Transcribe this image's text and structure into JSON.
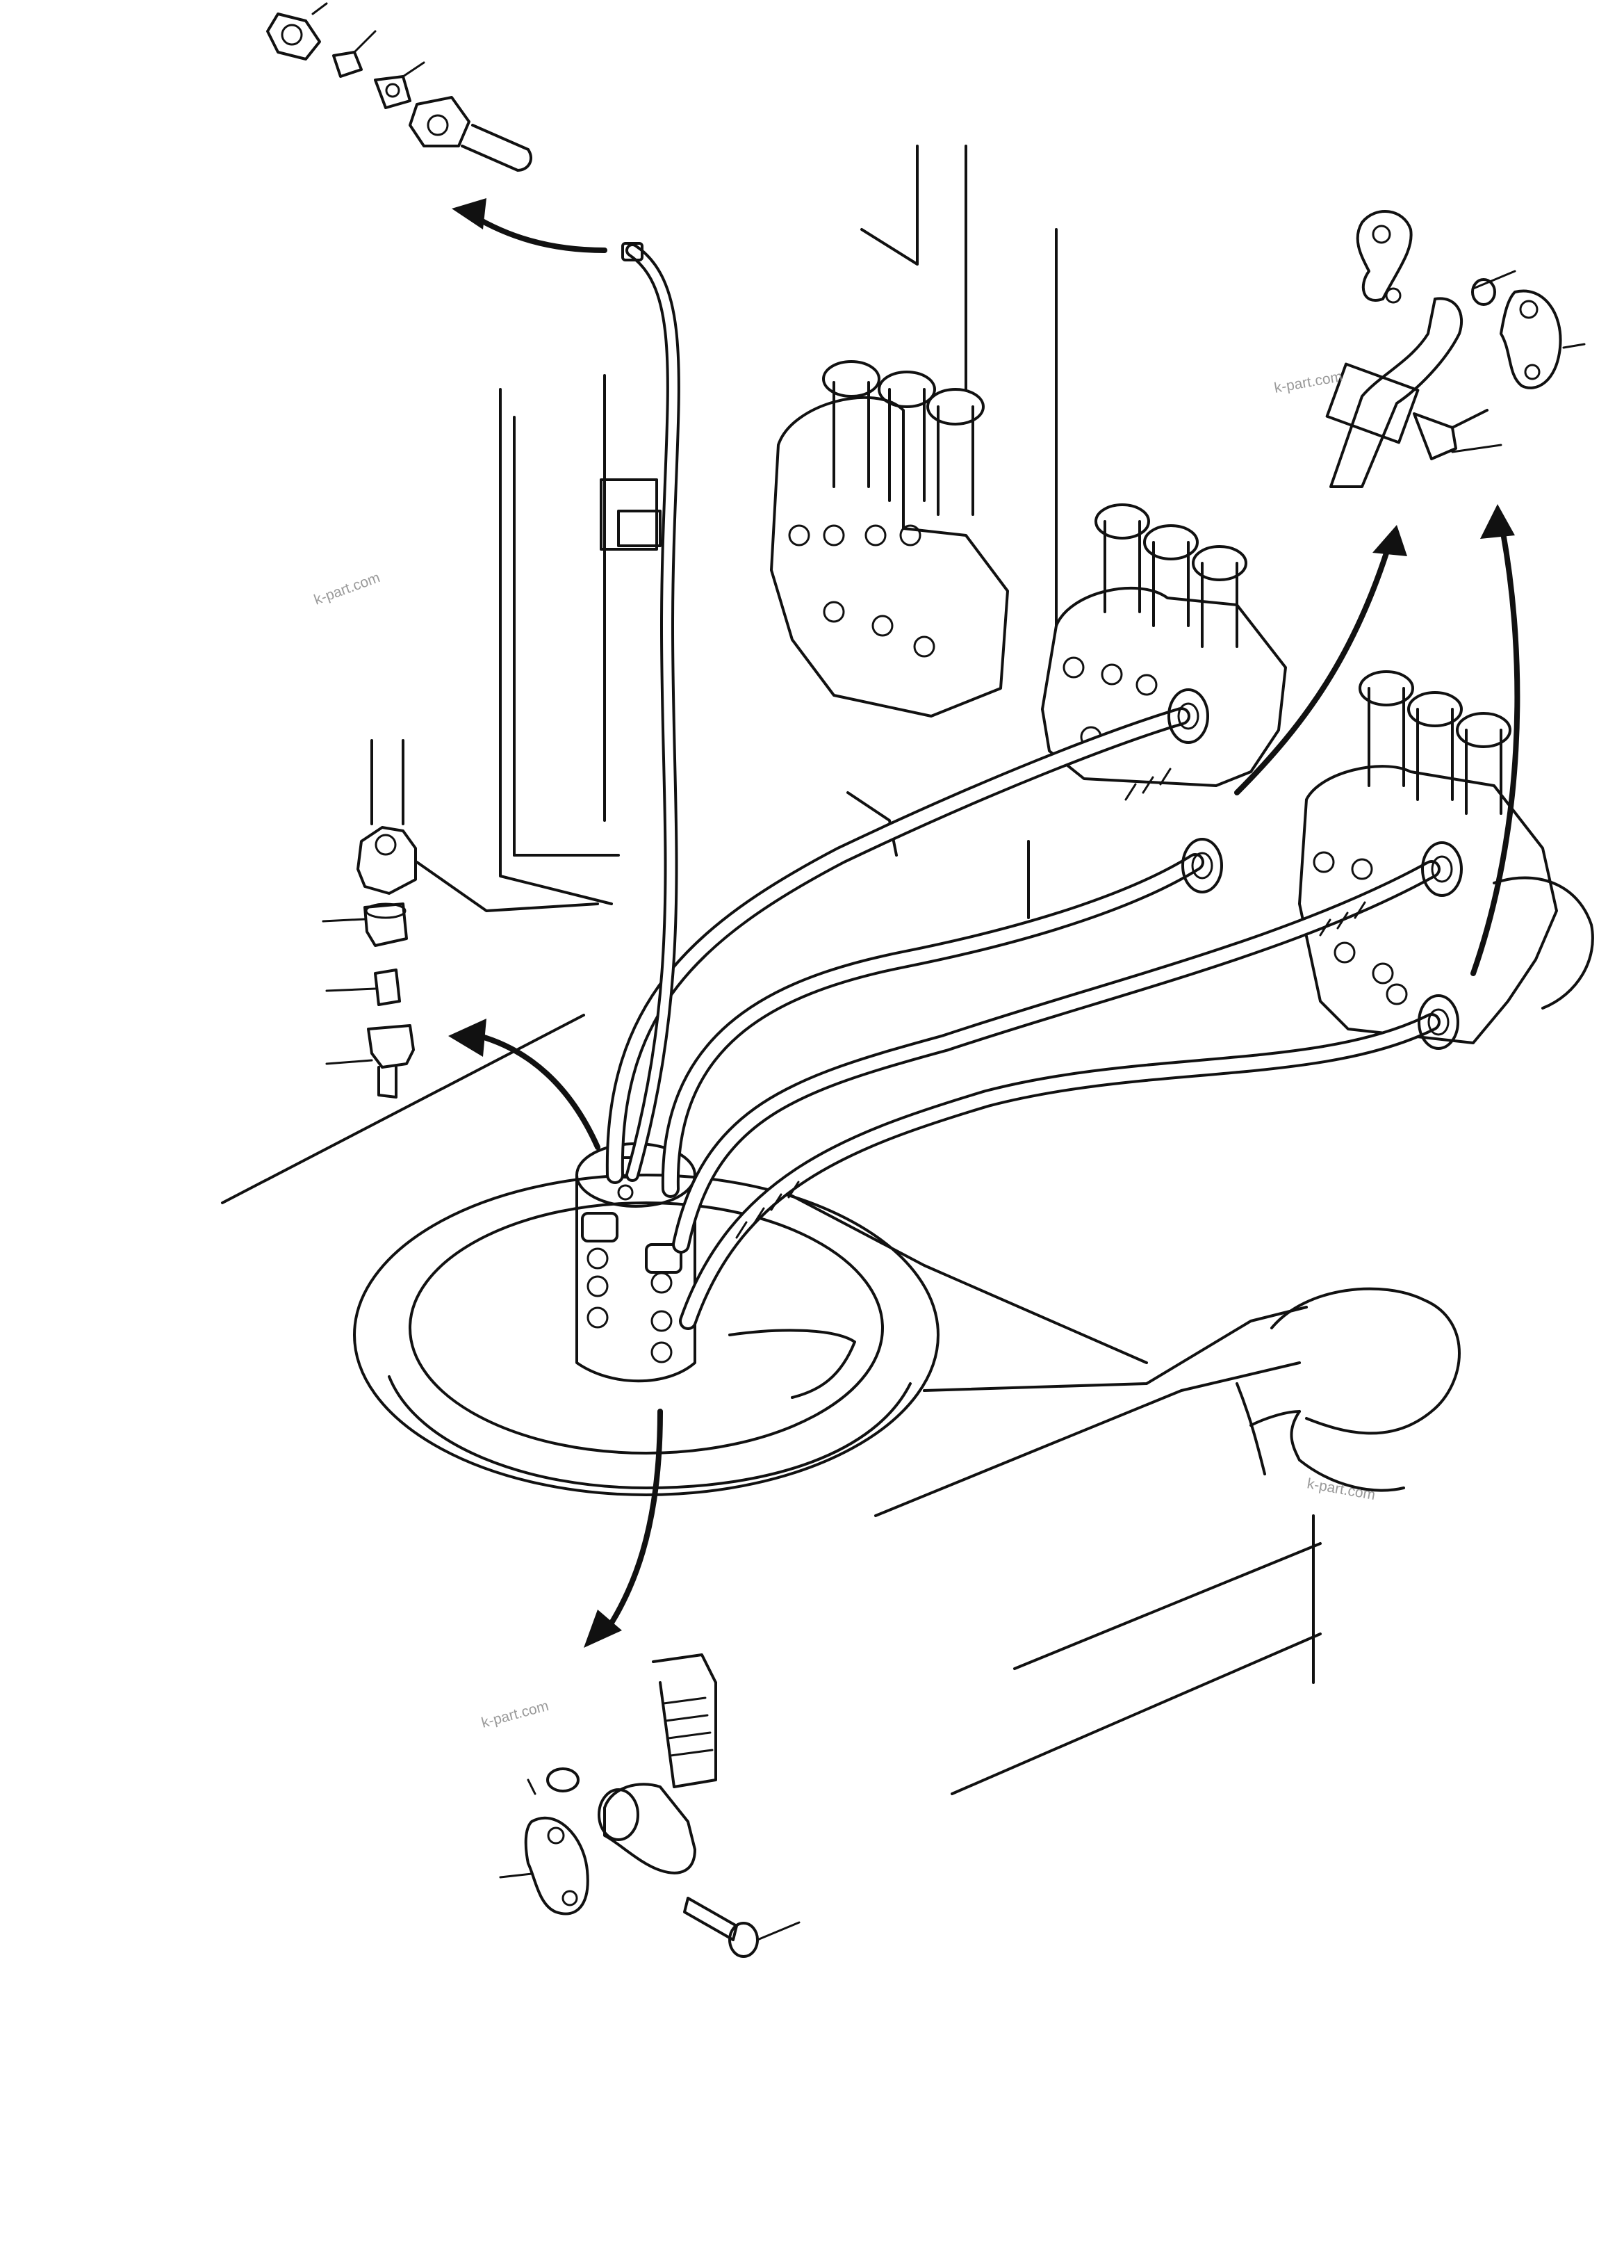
{
  "watermark": {
    "text": "k-part.com",
    "instances": [
      "k-part.com",
      "k-part.com",
      "k-part.com",
      "k-part.com"
    ]
  },
  "colors": {
    "line": "#111111",
    "background": "#ffffff",
    "watermark": "#9a9a9a"
  },
  "parts": [
    "pilot-line-fitting-detail",
    "adapter-fitting-detail",
    "flange-elbow-detail-upper",
    "flange-elbow-detail-lower",
    "swivel-joint",
    "control-valves",
    "hydraulic-hoses"
  ]
}
